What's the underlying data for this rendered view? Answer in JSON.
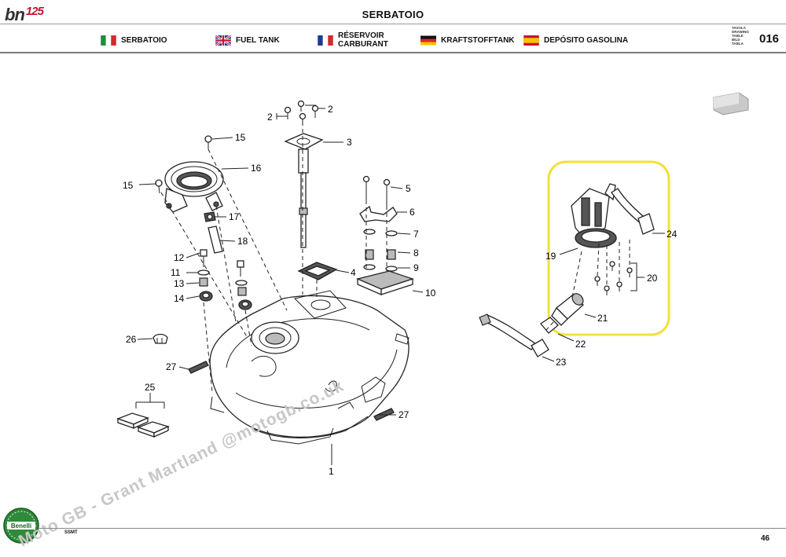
{
  "header": {
    "brand": "bn",
    "brand_suffix": "125",
    "title": "SERBATOIO",
    "languages": [
      {
        "label": "SERBATOIO",
        "flag": "italy-flag-icon"
      },
      {
        "label": "FUEL TANK",
        "flag": "uk-flag-icon"
      },
      {
        "label": "RÉSERVOIR CARBURANT",
        "flag": "france-flag-icon"
      },
      {
        "label": "KRAFTSTOFFTANK",
        "flag": "germany-flag-icon"
      },
      {
        "label": "DEPÓSITO GASOLINA",
        "flag": "spain-flag-icon"
      }
    ],
    "tavola_labels": [
      "TAVOLA",
      "DRAWING",
      "TABLE",
      "BILD",
      "TABLA"
    ],
    "tavola_number": "016"
  },
  "diagram": {
    "callouts": [
      "1",
      "2",
      "2",
      "3",
      "4",
      "5",
      "6",
      "7",
      "8",
      "9",
      "10",
      "11",
      "12",
      "13",
      "14",
      "15",
      "15",
      "16",
      "17",
      "18",
      "19",
      "20",
      "21",
      "22",
      "23",
      "24",
      "25",
      "26",
      "27",
      "27"
    ]
  },
  "footer": {
    "logo_text": "Benelli",
    "code": "SSMT",
    "page_number": "46",
    "watermark": "Moto GB - Grant Martland @motogb.co.uk"
  },
  "colors": {
    "highlight": "#f2e03a",
    "accent": "#c8102e",
    "logo_green": "#2f8a3a"
  }
}
